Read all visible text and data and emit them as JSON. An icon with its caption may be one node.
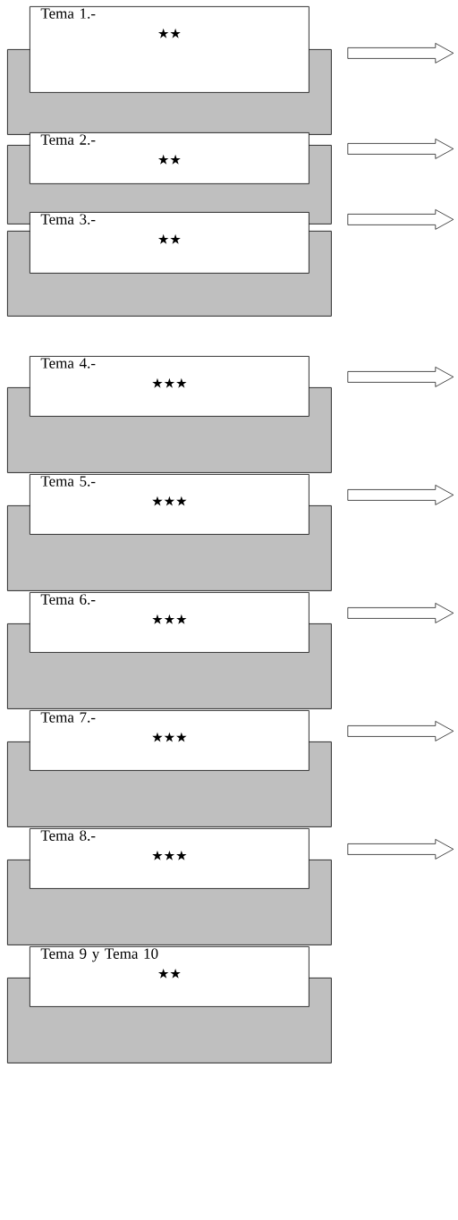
{
  "diagram": {
    "nodes": [
      {
        "text": [],
        "shape": "box"
      },
      {
        "text": [
          "Tema 1.-",
          "★★"
        ]
      },
      {
        "text": [],
        "shape": "box"
      },
      {
        "text": [
          "Tema 2.-",
          "★★"
        ]
      },
      {
        "text": [],
        "shape": "box"
      },
      {
        "text": [
          "Tema 3.-",
          "★★"
        ]
      },
      {
        "text": [],
        "shape": "box"
      },
      {
        "text": [
          "Tema 4.-",
          "★★★"
        ]
      },
      {
        "text": [],
        "shape": "box"
      },
      {
        "text": [
          "Tema 5.-",
          "★★★"
        ]
      },
      {
        "text": [],
        "shape": "box"
      },
      {
        "text": [
          "Tema 6.-",
          "★★★"
        ]
      },
      {
        "text": [],
        "shape": "box"
      },
      {
        "text": [
          "Tema 7.-",
          "★★★"
        ]
      },
      {
        "text": [],
        "shape": "box"
      },
      {
        "text": [
          "Tema 8.-",
          "★★★"
        ]
      },
      {
        "text": [],
        "shape": "box"
      },
      {
        "text": [
          "Tema 9 y Tema 10",
          "★★"
        ]
      }
    ],
    "edges": [
      {
        "from": 0,
        "to": null,
        "arrow": "to"
      },
      {
        "from": 2,
        "to": null,
        "arrow": "to"
      },
      {
        "from": 4,
        "to": null,
        "arrow": "to"
      },
      {
        "from": 6,
        "to": null,
        "arrow": "to"
      },
      {
        "from": 8,
        "to": null,
        "arrow": "to"
      },
      {
        "from": 10,
        "to": null,
        "arrow": "to"
      },
      {
        "from": 12,
        "to": null,
        "arrow": "to"
      },
      {
        "from": 14,
        "to": null,
        "arrow": "to"
      }
    ]
  }
}
